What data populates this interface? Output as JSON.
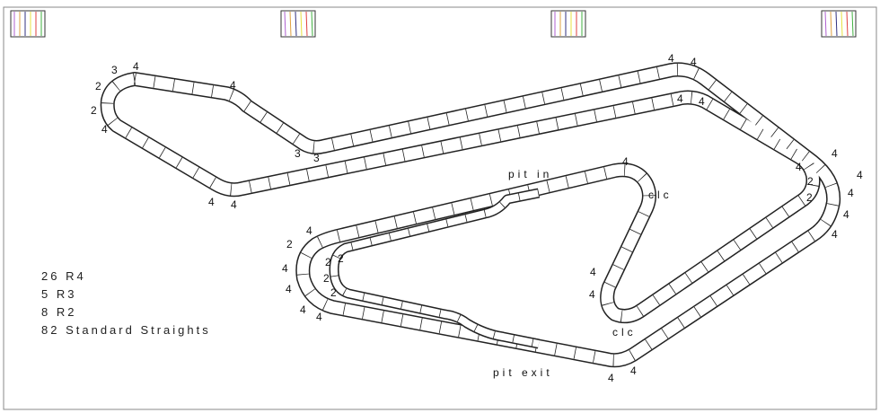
{
  "legend": [
    "26 R4",
    "5   R3",
    "8   R2",
    "82 Standard Straights"
  ],
  "annotations": {
    "pit_in": "pit in",
    "pit_exit": "pit exit",
    "clc_top": "clc",
    "clc_bottom": "clc"
  },
  "piece_labels": [
    "3",
    "4",
    "2",
    "2",
    "4",
    "4",
    "3",
    "3",
    "4",
    "4",
    "4",
    "4",
    "4",
    "4",
    "4",
    "4",
    "2",
    "2",
    "4",
    "4",
    "4",
    "4",
    "4",
    "4",
    "4",
    "4",
    "4",
    "4",
    "2",
    "4",
    "4",
    "4",
    "4",
    "2",
    "2",
    "2",
    "2"
  ],
  "colors": {
    "lanes": [
      "#b060d0",
      "#e0a040",
      "#303080",
      "#e8e040",
      "#e04040",
      "#40b040"
    ],
    "track": "#222222"
  }
}
